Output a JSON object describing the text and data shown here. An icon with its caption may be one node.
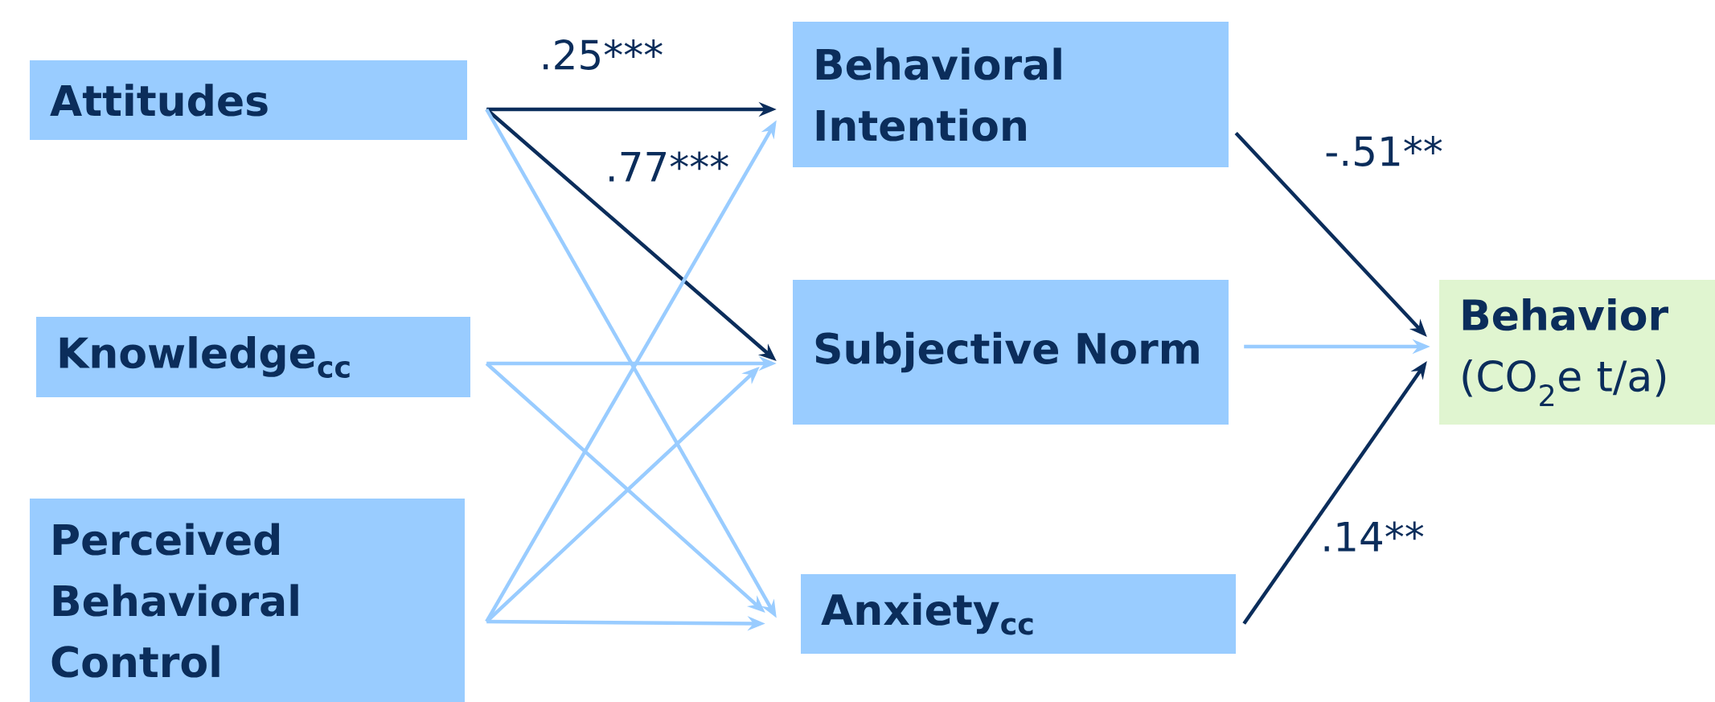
{
  "diagram": {
    "nodes": [
      {
        "text": [
          "Attitudes"
        ]
      },
      {
        "text": [
          "Knowledge$_{cc}$"
        ]
      },
      {
        "text": [
          "Perceived Behavioral Control"
        ]
      },
      {
        "text": [
          "Behavioral Intention"
        ]
      },
      {
        "text": [
          "Subjective Norm"
        ]
      },
      {
        "text": [
          "Anxiety$_{cc}$"
        ]
      },
      {
        "text": [
          "Behavior",
          "(CO$_{2}$e t/a)"
        ]
      }
    ],
    "edges": [
      {
        "from": 0,
        "to": 3,
        "arrow": "to",
        "label": ".25***",
        "color": "#0b2d5b"
      },
      {
        "from": 0,
        "to": 4,
        "arrow": "to",
        "label": ".77***",
        "color": "#0b2d5b"
      },
      {
        "from": 0,
        "to": 5,
        "arrow": "to"
      },
      {
        "from": 1,
        "to": 4,
        "arrow": "to"
      },
      {
        "from": 1,
        "to": 5,
        "arrow": "to"
      },
      {
        "from": 2,
        "to": 3,
        "arrow": "to"
      },
      {
        "from": 2,
        "to": 4,
        "arrow": "to"
      },
      {
        "from": 2,
        "to": 5,
        "arrow": "to"
      },
      {
        "from": 3,
        "to": 6,
        "arrow": "to",
        "label": "-.51**",
        "color": "#0b2d5b"
      },
      {
        "from": 4,
        "to": 6,
        "arrow": "to"
      },
      {
        "from": 5,
        "to": 6,
        "arrow": "to",
        "label": ".14**",
        "color": "#0b2d5b"
      }
    ]
  }
}
